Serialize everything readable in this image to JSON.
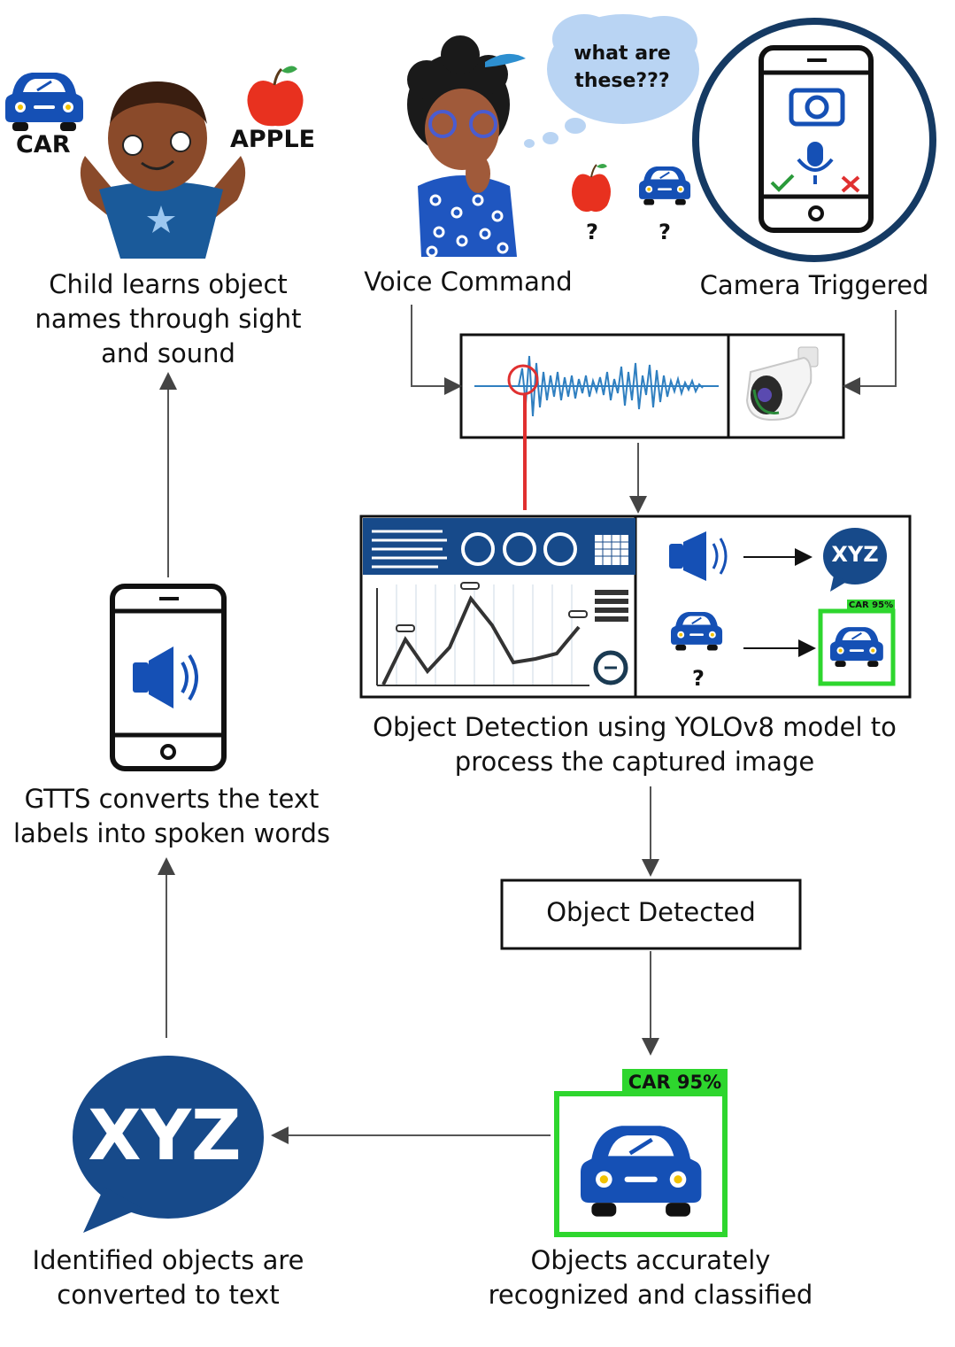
{
  "captions": {
    "child_learns": "Child learns object names through sight and sound",
    "voice_command": "Voice Command",
    "camera_triggered": "Camera Triggered",
    "object_detection": "Object Detection using YOLOv8 model to process the captured image",
    "gtts": "GTTS converts the text labels into spoken words",
    "object_detected_box": "Object Detected",
    "identified_to_text": "Identified objects are converted to text",
    "accurately_recognized": "Objects accurately recognized and classified"
  },
  "labels": {
    "car": "CAR",
    "apple": "APPLE",
    "thought": "what are these???",
    "question": "?",
    "xyz_small": "XYZ",
    "xyz_large": "XYZ",
    "car_95_small": "CAR 95%",
    "car_95_large": "CAR 95%"
  },
  "colors": {
    "brand_blue": "#1550b5",
    "dark_navy": "#153a63",
    "detection_green": "#2ed62e",
    "waveform_blue": "#2f7fc0",
    "thought_bubble": "#b9d4f3",
    "apple_red": "#e8311f",
    "red_marker": "#e03030"
  },
  "icons": [
    "car-icon",
    "apple-icon",
    "boy-illustration",
    "girl-illustration",
    "thought-bubble",
    "phone-camera-icon",
    "waveform",
    "security-camera",
    "dashboard-chart",
    "speaker-icon",
    "speech-bubble-icon",
    "phone-speaker-icon"
  ]
}
